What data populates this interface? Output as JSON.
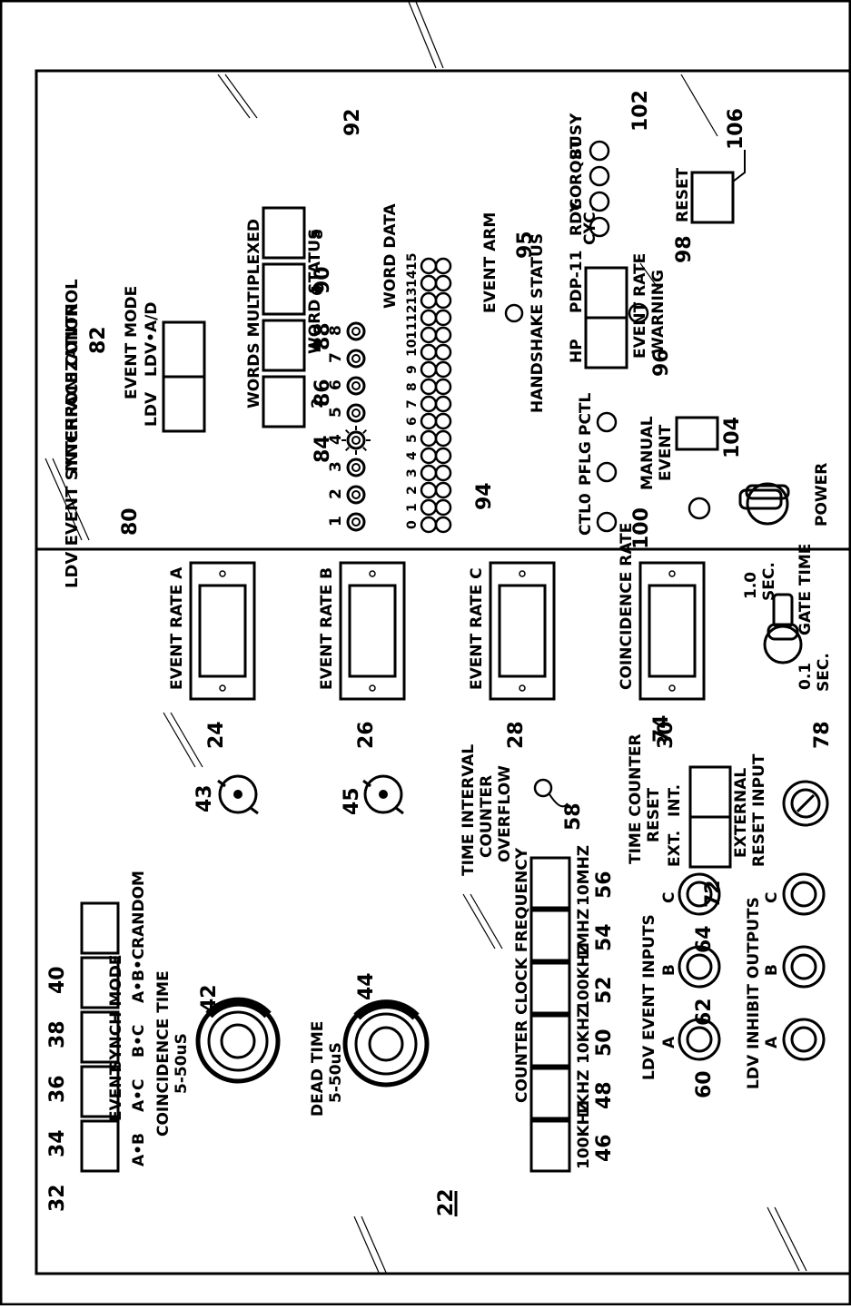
{
  "figure_number": "22",
  "left_panel": {
    "title": "LDV EVENT SYNCHRONIZATION",
    "synch_mode": {
      "heading_event": "EVENT",
      "heading_mode": "SYNCH MODE",
      "buttons": [
        {
          "label": "A•B",
          "ref": "32"
        },
        {
          "label": "A•C",
          "ref": "34"
        },
        {
          "label": "B•C",
          "ref": "36"
        },
        {
          "label": "A•B•C",
          "ref": "38"
        },
        {
          "label": "RANDOM",
          "ref": "40"
        }
      ]
    },
    "coincidence_time": {
      "label": "COINCIDENCE TIME",
      "range": "5-50uS",
      "knob_ref": "42",
      "connector_ref": "43"
    },
    "dead_time": {
      "label": "DEAD TIME",
      "range": "5-50uS",
      "knob_ref": "44",
      "connector_ref": "45"
    },
    "counter_clock": {
      "label": "COUNTER CLOCK FREQUENCY",
      "buttons": [
        {
          "label": "100KHZ",
          "ref": "46"
        },
        {
          "label": "1KHZ",
          "ref": "48"
        },
        {
          "label": "10KHZ",
          "ref": "50"
        },
        {
          "label": "100KHZ",
          "ref": "52"
        },
        {
          "label": "1MHZ",
          "ref": "54"
        },
        {
          "label": "10MHZ",
          "ref": "56"
        }
      ]
    },
    "overflow": {
      "line1": "TIME INTERVAL",
      "line2": "COUNTER",
      "line3": "OVERFLOW",
      "ref": "58"
    },
    "event_inputs": {
      "label": "LDV EVENT INPUTS",
      "channels": [
        "A",
        "B",
        "C"
      ],
      "refs": [
        "60",
        "62",
        "64"
      ]
    },
    "inhibit_outputs": {
      "label": "LDV INHIBIT OUTPUTS",
      "channels": [
        "A",
        "B",
        "C"
      ]
    },
    "time_counter_reset": {
      "line1": "TIME COUNTER",
      "line2": "RESET",
      "ext": "EXT.",
      "int": "INT.",
      "ext_ref": "72",
      "int_ref": "74"
    },
    "external_reset": {
      "line1": "EXTERNAL",
      "line2": "RESET INPUT"
    },
    "displays": [
      {
        "label": "EVENT RATE A",
        "ref": "24"
      },
      {
        "label": "EVENT RATE B",
        "ref": "26"
      },
      {
        "label": "EVENT RATE C",
        "ref": "28"
      },
      {
        "label": "COINCIDENCE RATE",
        "ref": "30"
      }
    ],
    "gate_time": {
      "label": "GATE TIME",
      "low": "0.1",
      "low_unit": "SEC.",
      "high": "1.0",
      "high_unit": "SEC.",
      "ref": "78"
    }
  },
  "right_panel": {
    "title": "INTERFACE CONTROL",
    "event_mode": {
      "label": "EVENT MODE",
      "options": [
        {
          "label": "LDV",
          "ref": "80"
        },
        {
          "label": "LDV•A/D",
          "ref": "82"
        }
      ]
    },
    "words_multiplexed": {
      "label": "WORDS MULTIPLEXED",
      "buttons": [
        {
          "label": "2",
          "ref": "84"
        },
        {
          "label": "4",
          "ref": "86"
        },
        {
          "label": "6",
          "ref": "88"
        },
        {
          "label": "8",
          "ref": "90"
        }
      ]
    },
    "word_status": {
      "label": "WORD STATUS",
      "numbers": [
        "1",
        "2",
        "3",
        "4",
        "5",
        "6",
        "7",
        "8"
      ],
      "ref": "92",
      "lit_index": 3
    },
    "word_data": {
      "label": "WORD DATA",
      "numbers": [
        "0",
        "1",
        "2",
        "3",
        "4",
        "5",
        "6",
        "7",
        "8",
        "9",
        "10",
        "11",
        "12",
        "13",
        "14",
        "15"
      ],
      "ref": "94"
    },
    "event_arm": {
      "label": "EVENT ARM",
      "ref": "95"
    },
    "handshake_status": {
      "label": "HANDSHAKE STATUS",
      "hp": "HP",
      "pdp": "PDP-11",
      "hp_ref": "96",
      "pdp_ref": "98"
    },
    "event_rate_warning": {
      "line1": "EVENT RATE",
      "line2": "WARNING"
    },
    "ctl_lights": {
      "labels": [
        "CTL0",
        "PFLG",
        "PCTL"
      ],
      "ref": "100"
    },
    "pdp_lights": {
      "labels": [
        "RDY",
        "GO",
        "RQST",
        "BUSY"
      ],
      "cyc": "CYC.",
      "ref": "102"
    },
    "manual_event": {
      "line1": "MANUAL",
      "line2": "EVENT",
      "ref": "104"
    },
    "reset": {
      "label": "RESET",
      "ref": "106"
    },
    "power": {
      "label": "POWER"
    }
  }
}
